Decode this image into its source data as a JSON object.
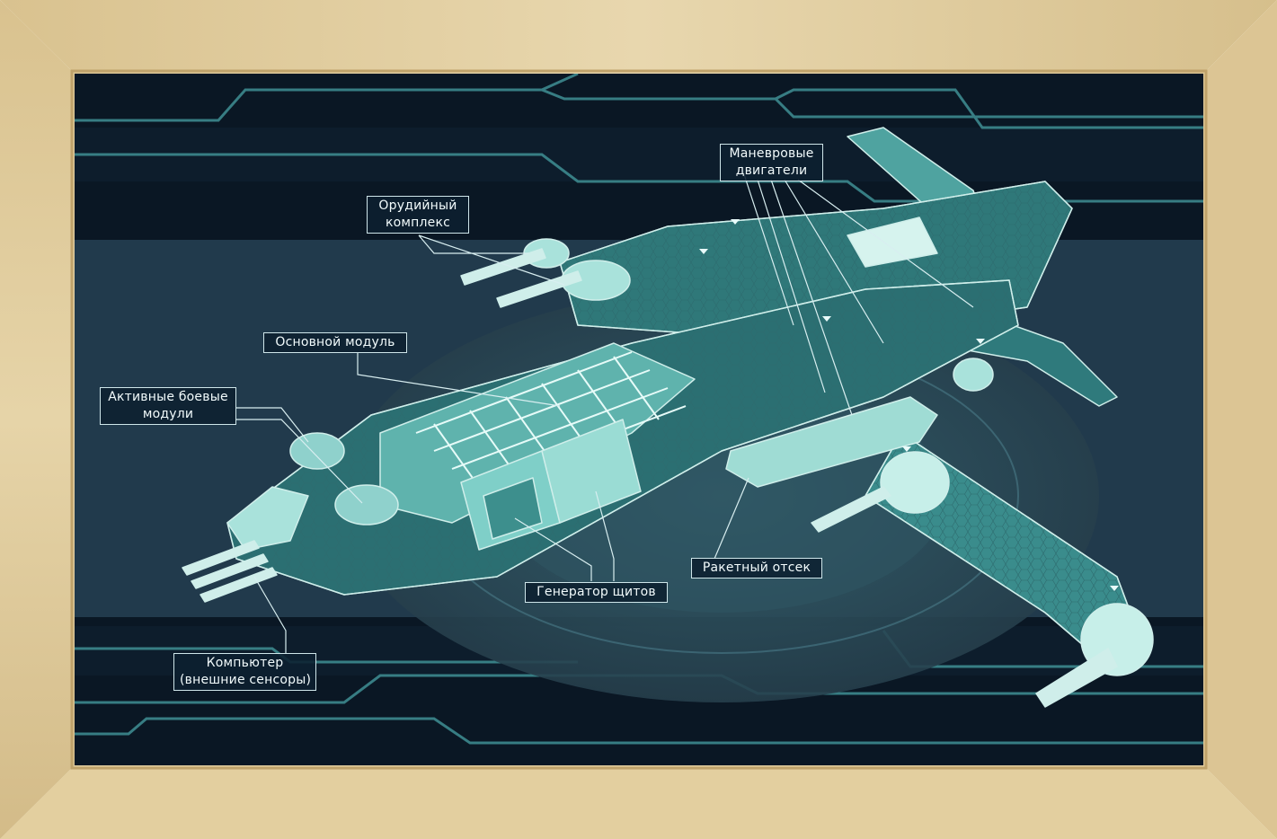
{
  "colors": {
    "frame_wood": "#dcc89e",
    "background": "#0b1a28",
    "platform": "#2c4f5c",
    "hull": "#3a8a8a",
    "hull_light": "#8fd1cc",
    "label_border": "#cfe6ea"
  },
  "labels": {
    "maneuver_engines": [
      "Маневровые",
      "двигатели"
    ],
    "weapon_complex": [
      "Орудийный",
      "комплекс"
    ],
    "main_module": [
      "Основной модуль"
    ],
    "combat_modules": [
      "Активные боевые",
      "модули"
    ],
    "missile_bay": [
      "Ракетный отсек"
    ],
    "shield_generator": [
      "Генератор щитов"
    ],
    "computer": [
      "Компьютер",
      "(внешние сенсоры)"
    ]
  }
}
